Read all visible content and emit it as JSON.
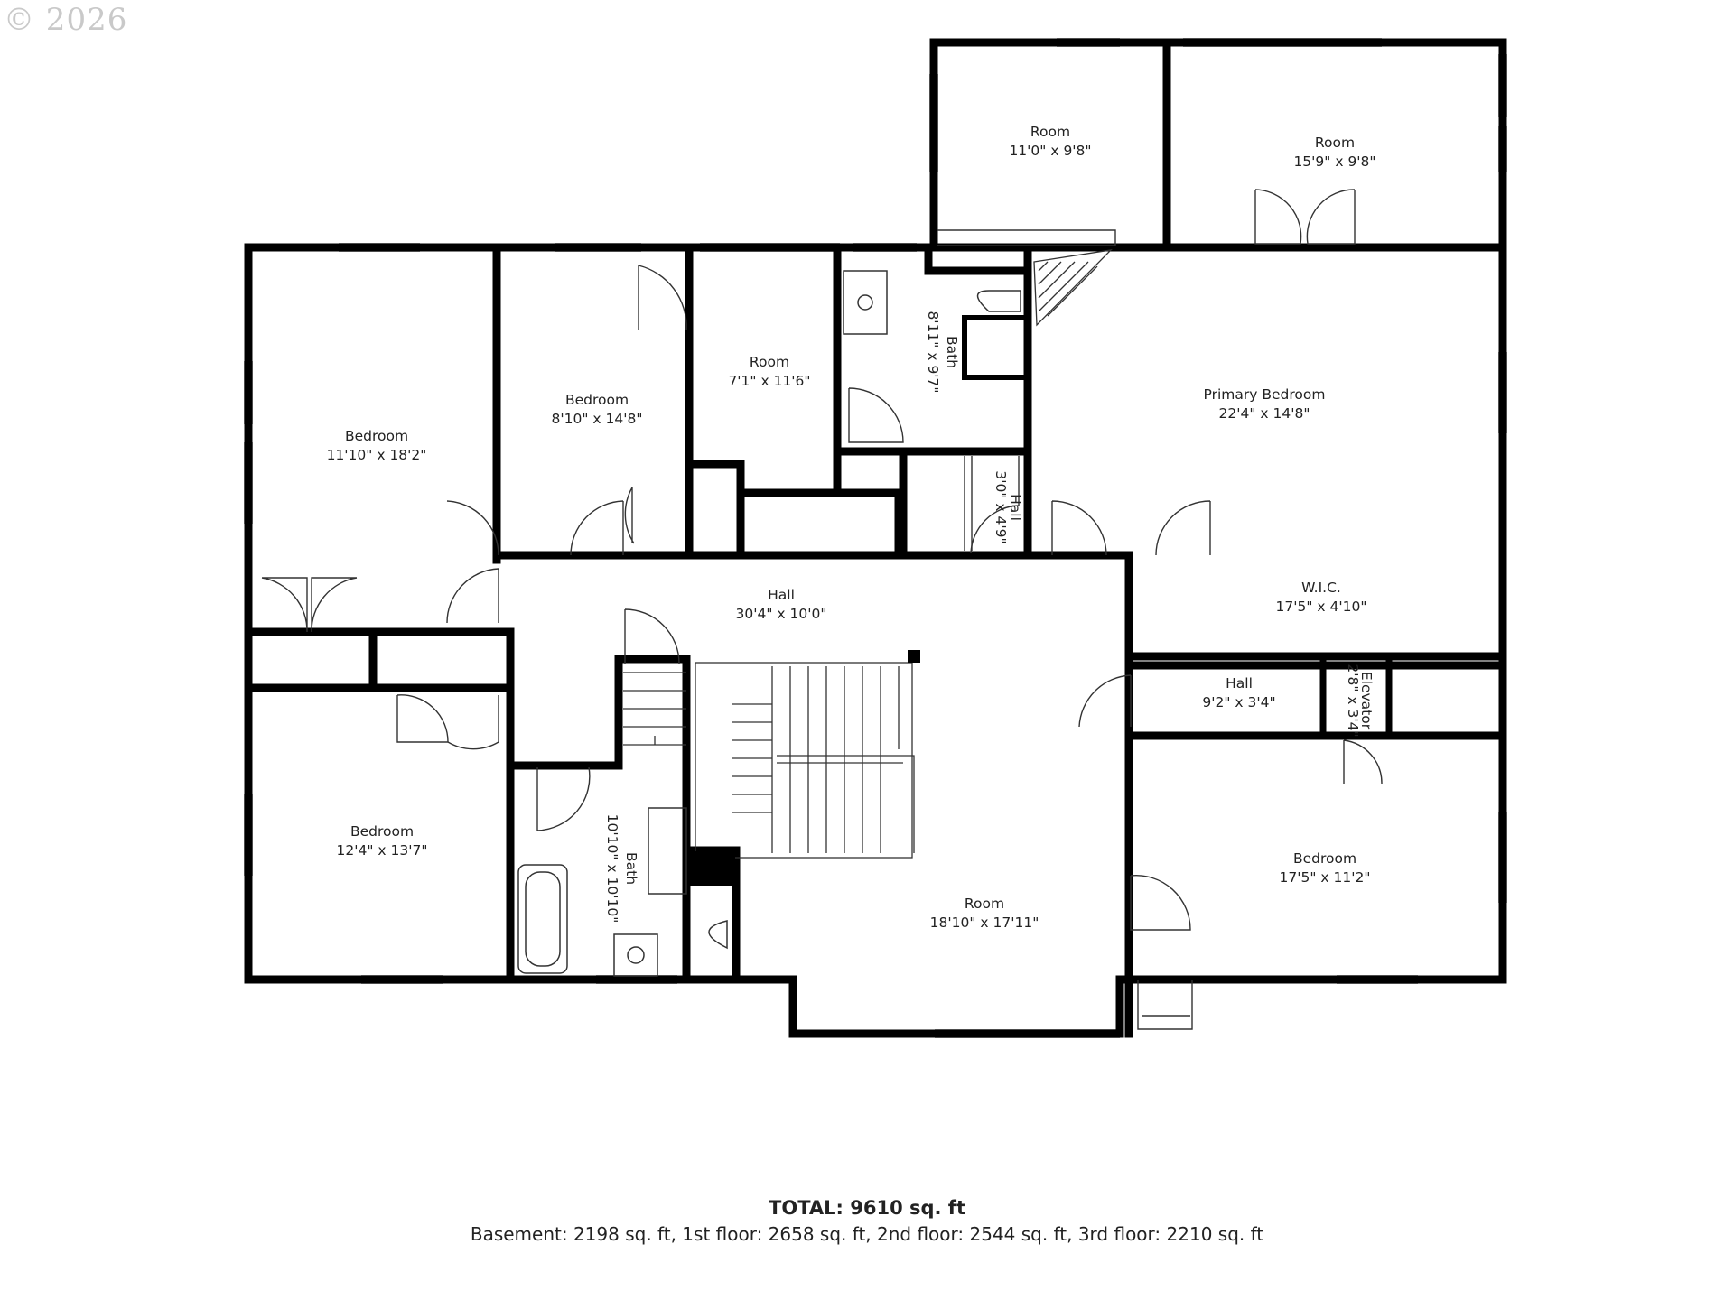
{
  "copyright": "© 2026",
  "rooms": [
    {
      "id": "room_tl",
      "name": "Room",
      "dim": "11'0\" x 9'8\""
    },
    {
      "id": "room_tr",
      "name": "Room",
      "dim": "15'9\" x 9'8\""
    },
    {
      "id": "bedroom_w",
      "name": "Bedroom",
      "dim": "11'10\" x 18'2\""
    },
    {
      "id": "bedroom_n",
      "name": "Bedroom",
      "dim": "8'10\" x 14'8\""
    },
    {
      "id": "room_small",
      "name": "Room",
      "dim": "7'1\" x 11'6\""
    },
    {
      "id": "bath_n",
      "name": "Bath",
      "dim": "8'11\" x 9'7\""
    },
    {
      "id": "primary",
      "name": "Primary Bedroom",
      "dim": "22'4\" x 14'8\""
    },
    {
      "id": "hall_small",
      "name": "Hall",
      "dim": "3'0\" x 4'9\""
    },
    {
      "id": "hall_main",
      "name": "Hall",
      "dim": "30'4\" x 10'0\""
    },
    {
      "id": "wic",
      "name": "W.I.C.",
      "dim": "17'5\" x 4'10\""
    },
    {
      "id": "hall_e",
      "name": "Hall",
      "dim": "9'2\" x 3'4\""
    },
    {
      "id": "elevator",
      "name": "Elevator",
      "dim": "2'8\" x 3'4\""
    },
    {
      "id": "bedroom_sw",
      "name": "Bedroom",
      "dim": "12'4\" x 13'7\""
    },
    {
      "id": "bath_s",
      "name": "Bath",
      "dim": "10'10\" x 10'10\""
    },
    {
      "id": "room_c",
      "name": "Room",
      "dim": "18'10\" x 17'11\""
    },
    {
      "id": "bedroom_se",
      "name": "Bedroom",
      "dim": "17'5\" x 11'2\""
    }
  ],
  "footer": {
    "total": "TOTAL: 9610 sq. ft",
    "breakdown": "Basement: 2198 sq. ft, 1st floor: 2658 sq. ft, 2nd floor: 2544 sq. ft, 3rd floor: 2210 sq. ft"
  }
}
